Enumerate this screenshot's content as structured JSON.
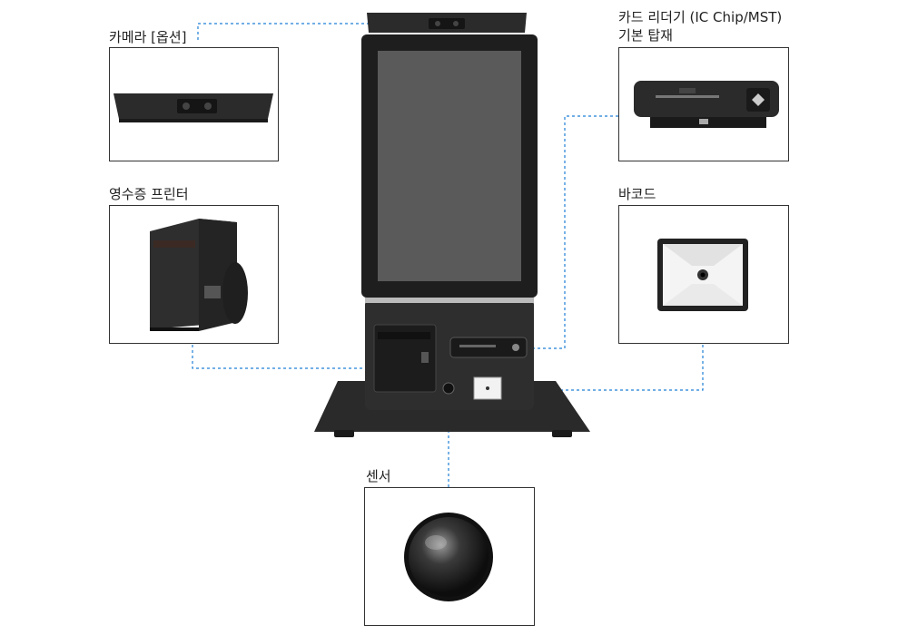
{
  "callouts": {
    "camera": "카메라 [옵션]",
    "card_reader_line1": "카드 리더기 (IC Chip/MST)",
    "card_reader_line2": "기본 탑재",
    "receipt_printer": "영수증 프린터",
    "barcode": "바코드",
    "sensor": "센서"
  },
  "colors": {
    "leader_line": "#1e7fd6",
    "device_body": "#2b2b2b",
    "screen": "#5a5a5a"
  }
}
